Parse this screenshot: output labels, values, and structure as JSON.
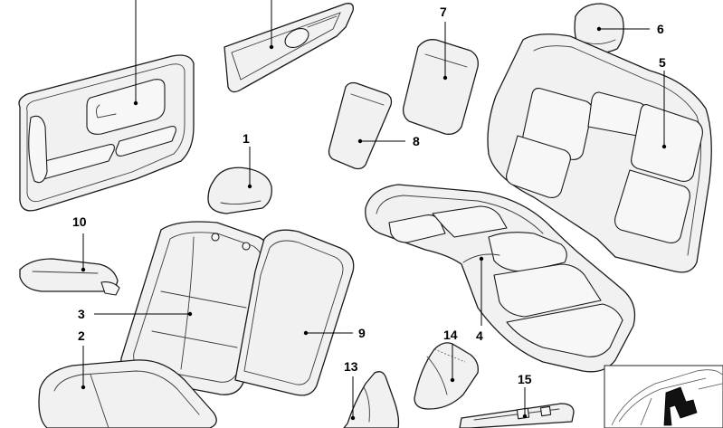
{
  "callouts": [
    {
      "id": "1",
      "label": "1"
    },
    {
      "id": "2",
      "label": "2"
    },
    {
      "id": "3",
      "label": "3"
    },
    {
      "id": "4",
      "label": "4"
    },
    {
      "id": "5",
      "label": "5"
    },
    {
      "id": "6",
      "label": "6"
    },
    {
      "id": "7",
      "label": "7"
    },
    {
      "id": "8",
      "label": "8"
    },
    {
      "id": "9",
      "label": "9"
    },
    {
      "id": "10",
      "label": "10"
    },
    {
      "id": "13",
      "label": "13"
    },
    {
      "id": "14",
      "label": "14"
    },
    {
      "id": "15",
      "label": "15"
    }
  ],
  "parts": [
    "door-trim-panel-front",
    "door-trim-strip-rear",
    "headrest-front",
    "seat-cushion-front",
    "seat-backrest-front-cover",
    "rear-seat-cushion",
    "rear-seat-backrest",
    "headrest-rear",
    "armrest-pad",
    "trim-pad",
    "seat-back-panel",
    "armrest-cover",
    "gear-lever-boot",
    "handbrake-boot",
    "console-bracket",
    "vehicle-inset"
  ],
  "colors": {
    "line": "#1a1a1a",
    "fill": "#f1f1f1",
    "highlight": "#111111"
  }
}
